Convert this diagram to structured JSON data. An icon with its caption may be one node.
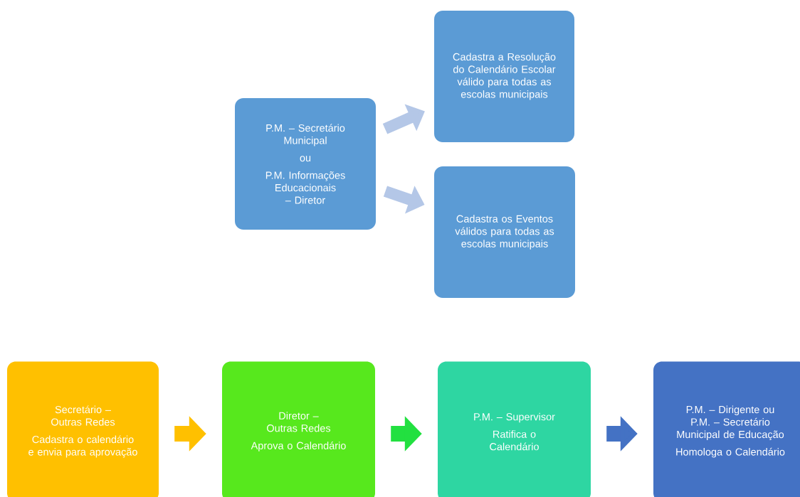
{
  "diagram": {
    "nodes": [
      {
        "text": [
          "P.M. – Secretário Municipal",
          "ou",
          "P.M. Informações Educacionais – Diretor"
        ]
      },
      {
        "text": [
          "Cadastra a Resolução do Calendário Escolar válido para todas as escolas municipais"
        ]
      },
      {
        "text": [
          "Cadastra os Eventos válidos para todas as escolas municipais"
        ]
      },
      {
        "text": [
          "Secretário – Outras Redes",
          "Cadastra o calendário e envia para aprovação"
        ]
      },
      {
        "text": [
          "Diretor – Outras Redes",
          "Aprova o Calendário"
        ]
      },
      {
        "text": [
          "P.M. – Supervisor",
          "Ratifica o Calendário"
        ]
      },
      {
        "text": [
          "P.M. – Dirigente ou P.M. – Secretário Municipal de Educação",
          "Homologa o Calendário"
        ]
      }
    ],
    "edges": [
      {
        "from": 0,
        "to": 1,
        "arrow": "to",
        "color": "#b4c7e7"
      },
      {
        "from": 0,
        "to": 2,
        "arrow": "to",
        "color": "#b4c7e7"
      },
      {
        "from": 3,
        "to": 4,
        "arrow": "to",
        "color": "#ffc000"
      },
      {
        "from": 4,
        "to": 5,
        "arrow": "to",
        "color": "#22e040"
      },
      {
        "from": 5,
        "to": 6,
        "arrow": "to",
        "color": "#4472c4"
      }
    ]
  }
}
